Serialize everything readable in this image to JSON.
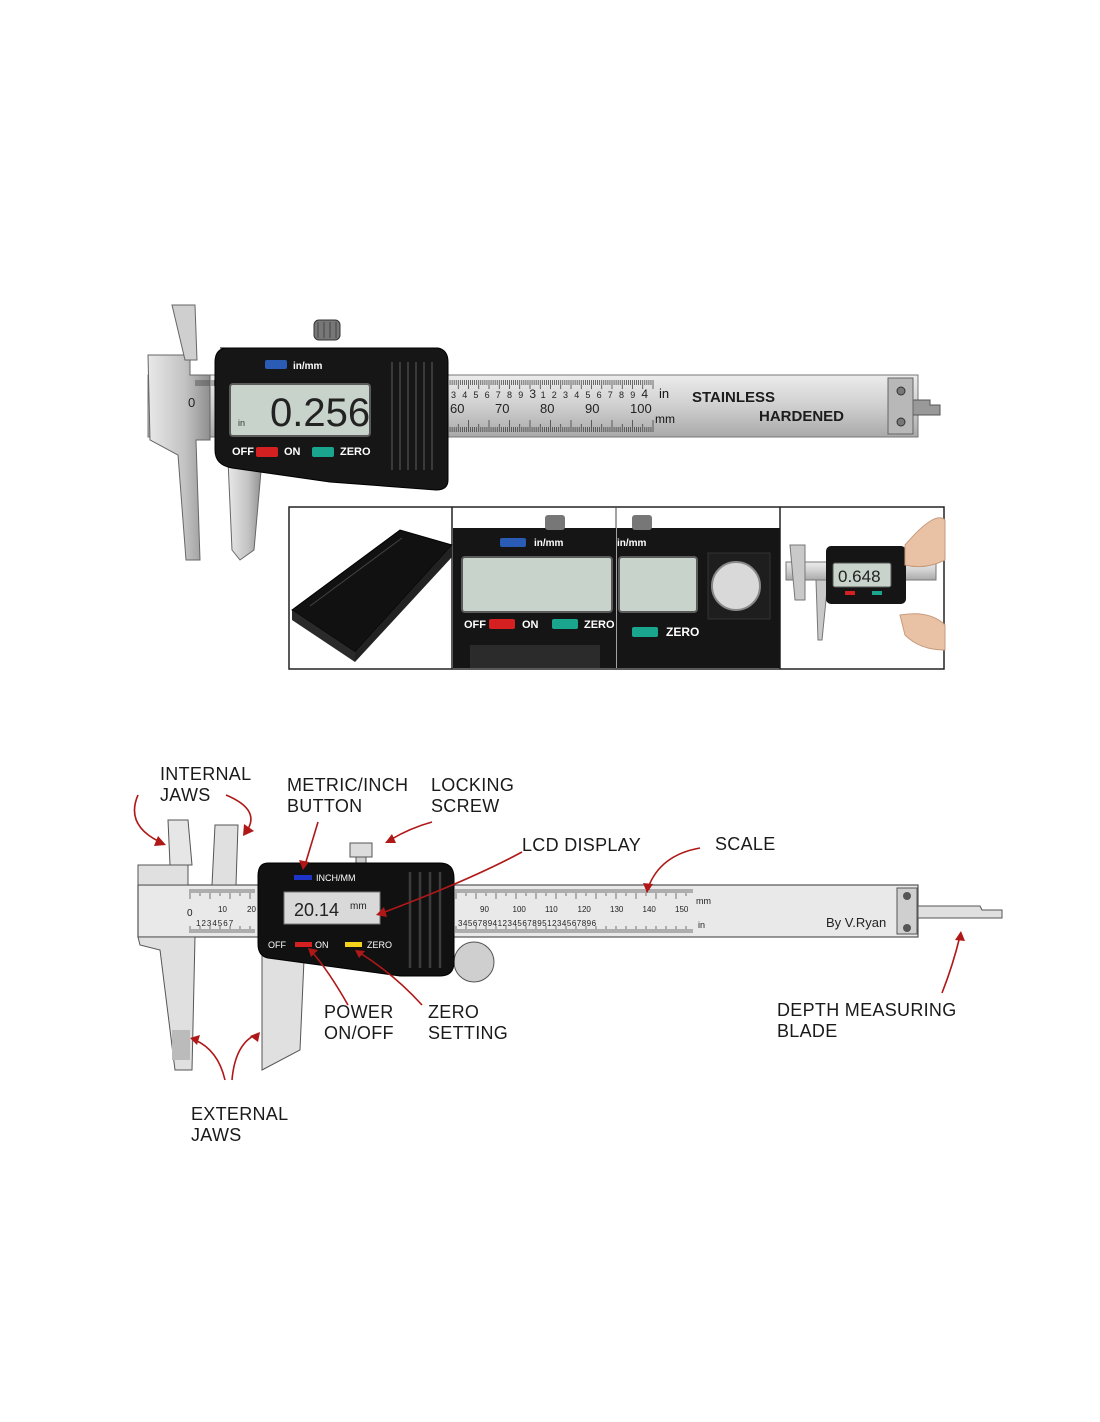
{
  "photo": {
    "display_unit_button_label": "in/mm",
    "display_value": "0.256",
    "display_unit": "in",
    "buttons": {
      "off": "OFF",
      "on": "ON",
      "zero": "ZERO"
    },
    "scale_in_ticks": [
      "3",
      "4",
      "5",
      "6",
      "7",
      "8",
      "9",
      "3",
      "1",
      "2",
      "3",
      "4",
      "5",
      "6",
      "7",
      "8",
      "9",
      "4"
    ],
    "scale_in_unit": "in",
    "scale_mm_ticks": [
      "60",
      "70",
      "80",
      "90",
      "100"
    ],
    "scale_mm_unit": "mm",
    "zero_mark": "0",
    "beam_text_1": "STAINLESS",
    "beam_text_2": "HARDENED"
  },
  "thumbnails": {
    "t2_button_label": "in/mm",
    "t2_off": "OFF",
    "t2_on": "ON",
    "t2_zero": "ZERO",
    "t3_button_label": "in/mm",
    "t3_zero": "ZERO",
    "t4_display_value": "0.648"
  },
  "diagram": {
    "button_label": "INCH/MM",
    "display_value": "20.14",
    "display_unit": "mm",
    "off": "OFF",
    "on": "ON",
    "zero": "ZERO",
    "mm_unit": "mm",
    "in_unit": "in",
    "left_mm_ticks": [
      "0",
      "10",
      "20"
    ],
    "left_in_ticks": "1234567",
    "right_mm_ticks": [
      "90",
      "100",
      "110",
      "120",
      "130",
      "140",
      "150"
    ],
    "right_in_ticks": "3456789412345678951234567896",
    "credit": "By V.Ryan",
    "labels": {
      "internal_jaws": [
        "INTERNAL",
        "JAWS"
      ],
      "metric_inch": [
        "METRIC/INCH",
        "BUTTON"
      ],
      "locking_screw": [
        "LOCKING",
        "SCREW"
      ],
      "lcd_display": "LCD DISPLAY",
      "scale": "SCALE",
      "power": [
        "POWER",
        "ON/OFF"
      ],
      "zero_setting": [
        "ZERO",
        "SETTING"
      ],
      "depth_blade": [
        "DEPTH MEASURING",
        "BLADE"
      ],
      "external_jaws": [
        "EXTERNAL",
        "JAWS"
      ]
    }
  },
  "colors": {
    "red_button": "#d42020",
    "teal_button": "#1aa58f",
    "blue_button": "#2a5bb5",
    "yellow_button": "#f2d21b",
    "lcd": "#c8d3cb",
    "arrow": "#b01818"
  }
}
